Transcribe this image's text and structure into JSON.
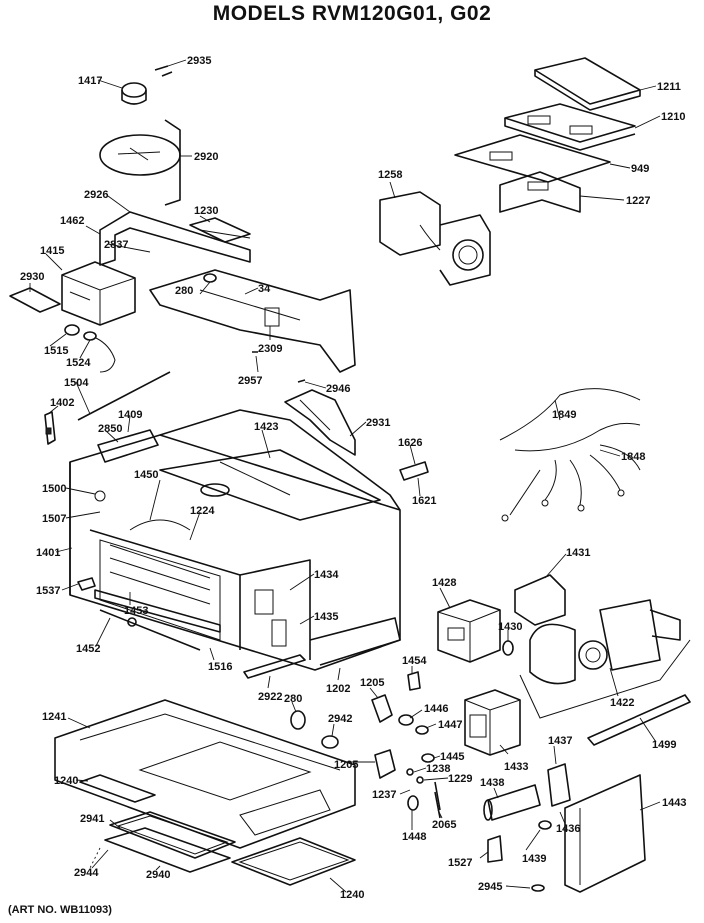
{
  "title": "MODELS RVM120G01, G02",
  "art_no": "(ART NO. WB11093)",
  "labels": {
    "l1417": "1417",
    "l2935": "2935",
    "l2920": "2920",
    "l1211": "1211",
    "l1210": "1210",
    "l949": "949",
    "l1227": "1227",
    "l1258": "1258",
    "l2926": "2926",
    "l1230": "1230",
    "l1462": "1462",
    "l2837": "2837",
    "l1415": "1415",
    "l2930": "2930",
    "l280a": "280",
    "l34": "34",
    "l2309": "2309",
    "l1515": "1515",
    "l1524": "1524",
    "l2957": "2957",
    "l2946": "2946",
    "l1504": "1504",
    "l1402": "1402",
    "l1409": "1409",
    "l2850": "2850",
    "l1423": "1423",
    "l2931": "2931",
    "l1849": "1849",
    "l1626": "1626",
    "l1848": "1848",
    "l1621": "1621",
    "l1500": "1500",
    "l1450": "1450",
    "l1507": "1507",
    "l1224": "1224",
    "l1401": "1401",
    "l1537": "1537",
    "l1434": "1434",
    "l1453": "1453",
    "l1435": "1435",
    "l1428": "1428",
    "l1431": "1431",
    "l1430": "1430",
    "l1452": "1452",
    "l1516": "1516",
    "l1454": "1454",
    "l1422": "1422",
    "l2922": "2922",
    "l1202": "1202",
    "l1205a": "1205",
    "l280b": "280",
    "l1446": "1446",
    "l1447": "1447",
    "l1499": "1499",
    "l1241": "1241",
    "l2942": "2942",
    "l1433": "1433",
    "l1437": "1437",
    "l1445": "1445",
    "l1205b": "1205",
    "l1238": "1238",
    "l1229": "1229",
    "l1240a": "1240",
    "l1237": "1237",
    "l1438": "1438",
    "l1443": "1443",
    "l2941": "2941",
    "l2065": "2065",
    "l1436": "1436",
    "l1448": "1448",
    "l1439": "1439",
    "l2944": "2944",
    "l1527": "1527",
    "l2940": "2940",
    "l1240b": "1240",
    "l2945": "2945"
  }
}
